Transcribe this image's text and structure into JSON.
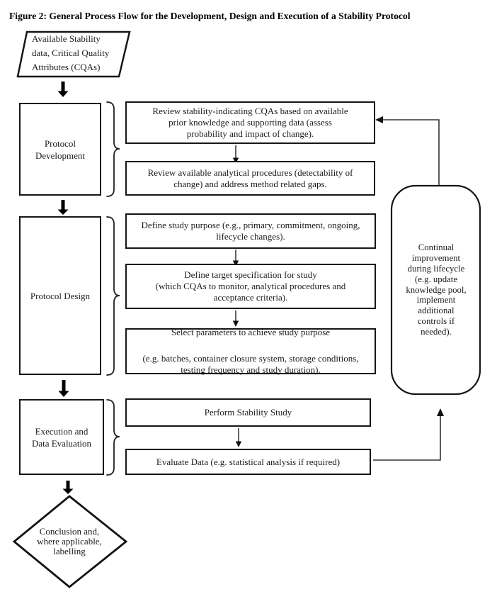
{
  "figure": {
    "title": "Figure 2: General Process Flow for the Development, Design and Execution of a Stability Protocol"
  },
  "input_box": {
    "lines": [
      "Available Stability",
      "data, Critical Quality",
      "Attributes (CQAs)"
    ]
  },
  "stages": {
    "development": {
      "lines": [
        "Protocol",
        "Development"
      ]
    },
    "design": {
      "label": "Protocol Design"
    },
    "execution": {
      "lines": [
        "Execution and",
        "Data Evaluation"
      ]
    }
  },
  "steps": {
    "review_cqas": {
      "lines": [
        "Review stability-indicating CQAs based on available",
        "prior knowledge and supporting data (assess",
        "probability and impact of change)."
      ]
    },
    "review_methods": {
      "lines": [
        "Review available analytical procedures (detectability of",
        "change) and address method related gaps."
      ]
    },
    "define_purpose": {
      "lines": [
        "Define study purpose (e.g., primary, commitment, ongoing,",
        "lifecycle changes)."
      ]
    },
    "define_spec": {
      "lines": [
        "Define target specification for study",
        "(which CQAs to monitor, analytical procedures and",
        "acceptance criteria)."
      ]
    },
    "select_params": {
      "line1": "Select parameters to achieve study purpose",
      "lines2": [
        "(e.g. batches, container closure system, storage conditions,",
        "testing frequency and study duration)."
      ]
    },
    "perform_study": {
      "label": "Perform Stability Study"
    },
    "evaluate_data": {
      "label": "Evaluate Data (e.g. statistical analysis if required)"
    }
  },
  "feedback": {
    "lines": [
      "Continual",
      "improvement",
      "during lifecycle",
      "(e.g. update",
      "knowledge pool,",
      "implement",
      "additional",
      "controls if",
      "needed)."
    ]
  },
  "conclusion": {
    "lines": [
      "Conclusion and,",
      "where applicable,",
      "labelling"
    ]
  },
  "colors": {
    "ink": "#111111",
    "line": "#333333"
  }
}
